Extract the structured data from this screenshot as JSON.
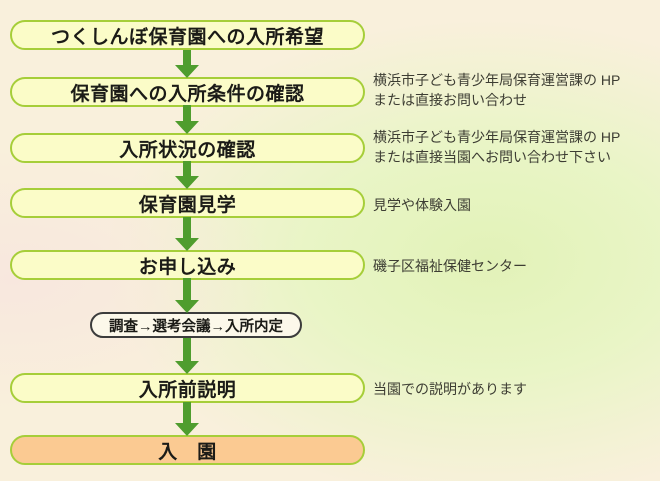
{
  "flowchart": {
    "description_colors": {
      "box_fill": "#fbfcc8",
      "box_border": "#a6ce39",
      "final_box_fill": "#fbca92",
      "pill_fill": "#fcf8ea",
      "pill_border": "#3c3c3c",
      "arrow": "#4f9d2e",
      "background_cream": "#f9f0dc",
      "background_green": "#e2f2b8"
    },
    "steps": [
      {
        "label": "つくしんぼ保育園への入所希望"
      },
      {
        "label": "保育園への入所条件の確認",
        "note": "横浜市子ども青少年局保育運営課の HP\nまたは直接お問い合わせ"
      },
      {
        "label": "入所状況の確認",
        "note": "横浜市子ども青少年局保育運営課の HP\nまたは直接当園へお問い合わせ下さい"
      },
      {
        "label": "保育園見学",
        "note": "見学や体験入園"
      },
      {
        "label": "お申し込み",
        "note": "磯子区福祉保健センター"
      },
      {
        "label": "調査→選考会議→入所内定"
      },
      {
        "label": "入所前説明",
        "note": "当園での説明があります"
      },
      {
        "label": "入　園"
      }
    ]
  }
}
